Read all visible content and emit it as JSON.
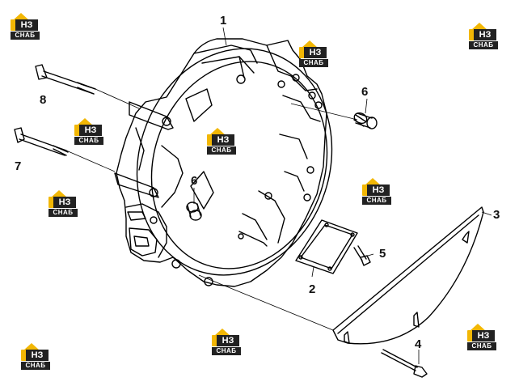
{
  "diagram": {
    "callouts": {
      "c1": "1",
      "c2": "2",
      "c3": "3",
      "c4": "4",
      "c5": "5",
      "c6a": "6",
      "c6b": "6",
      "c7": "7",
      "c8": "8"
    },
    "watermark": {
      "logo_text": "НЗ",
      "tag_text": "СНАБ",
      "accent_color": "#f2b705",
      "dark_color": "#222222"
    },
    "line_color": "#000000"
  }
}
